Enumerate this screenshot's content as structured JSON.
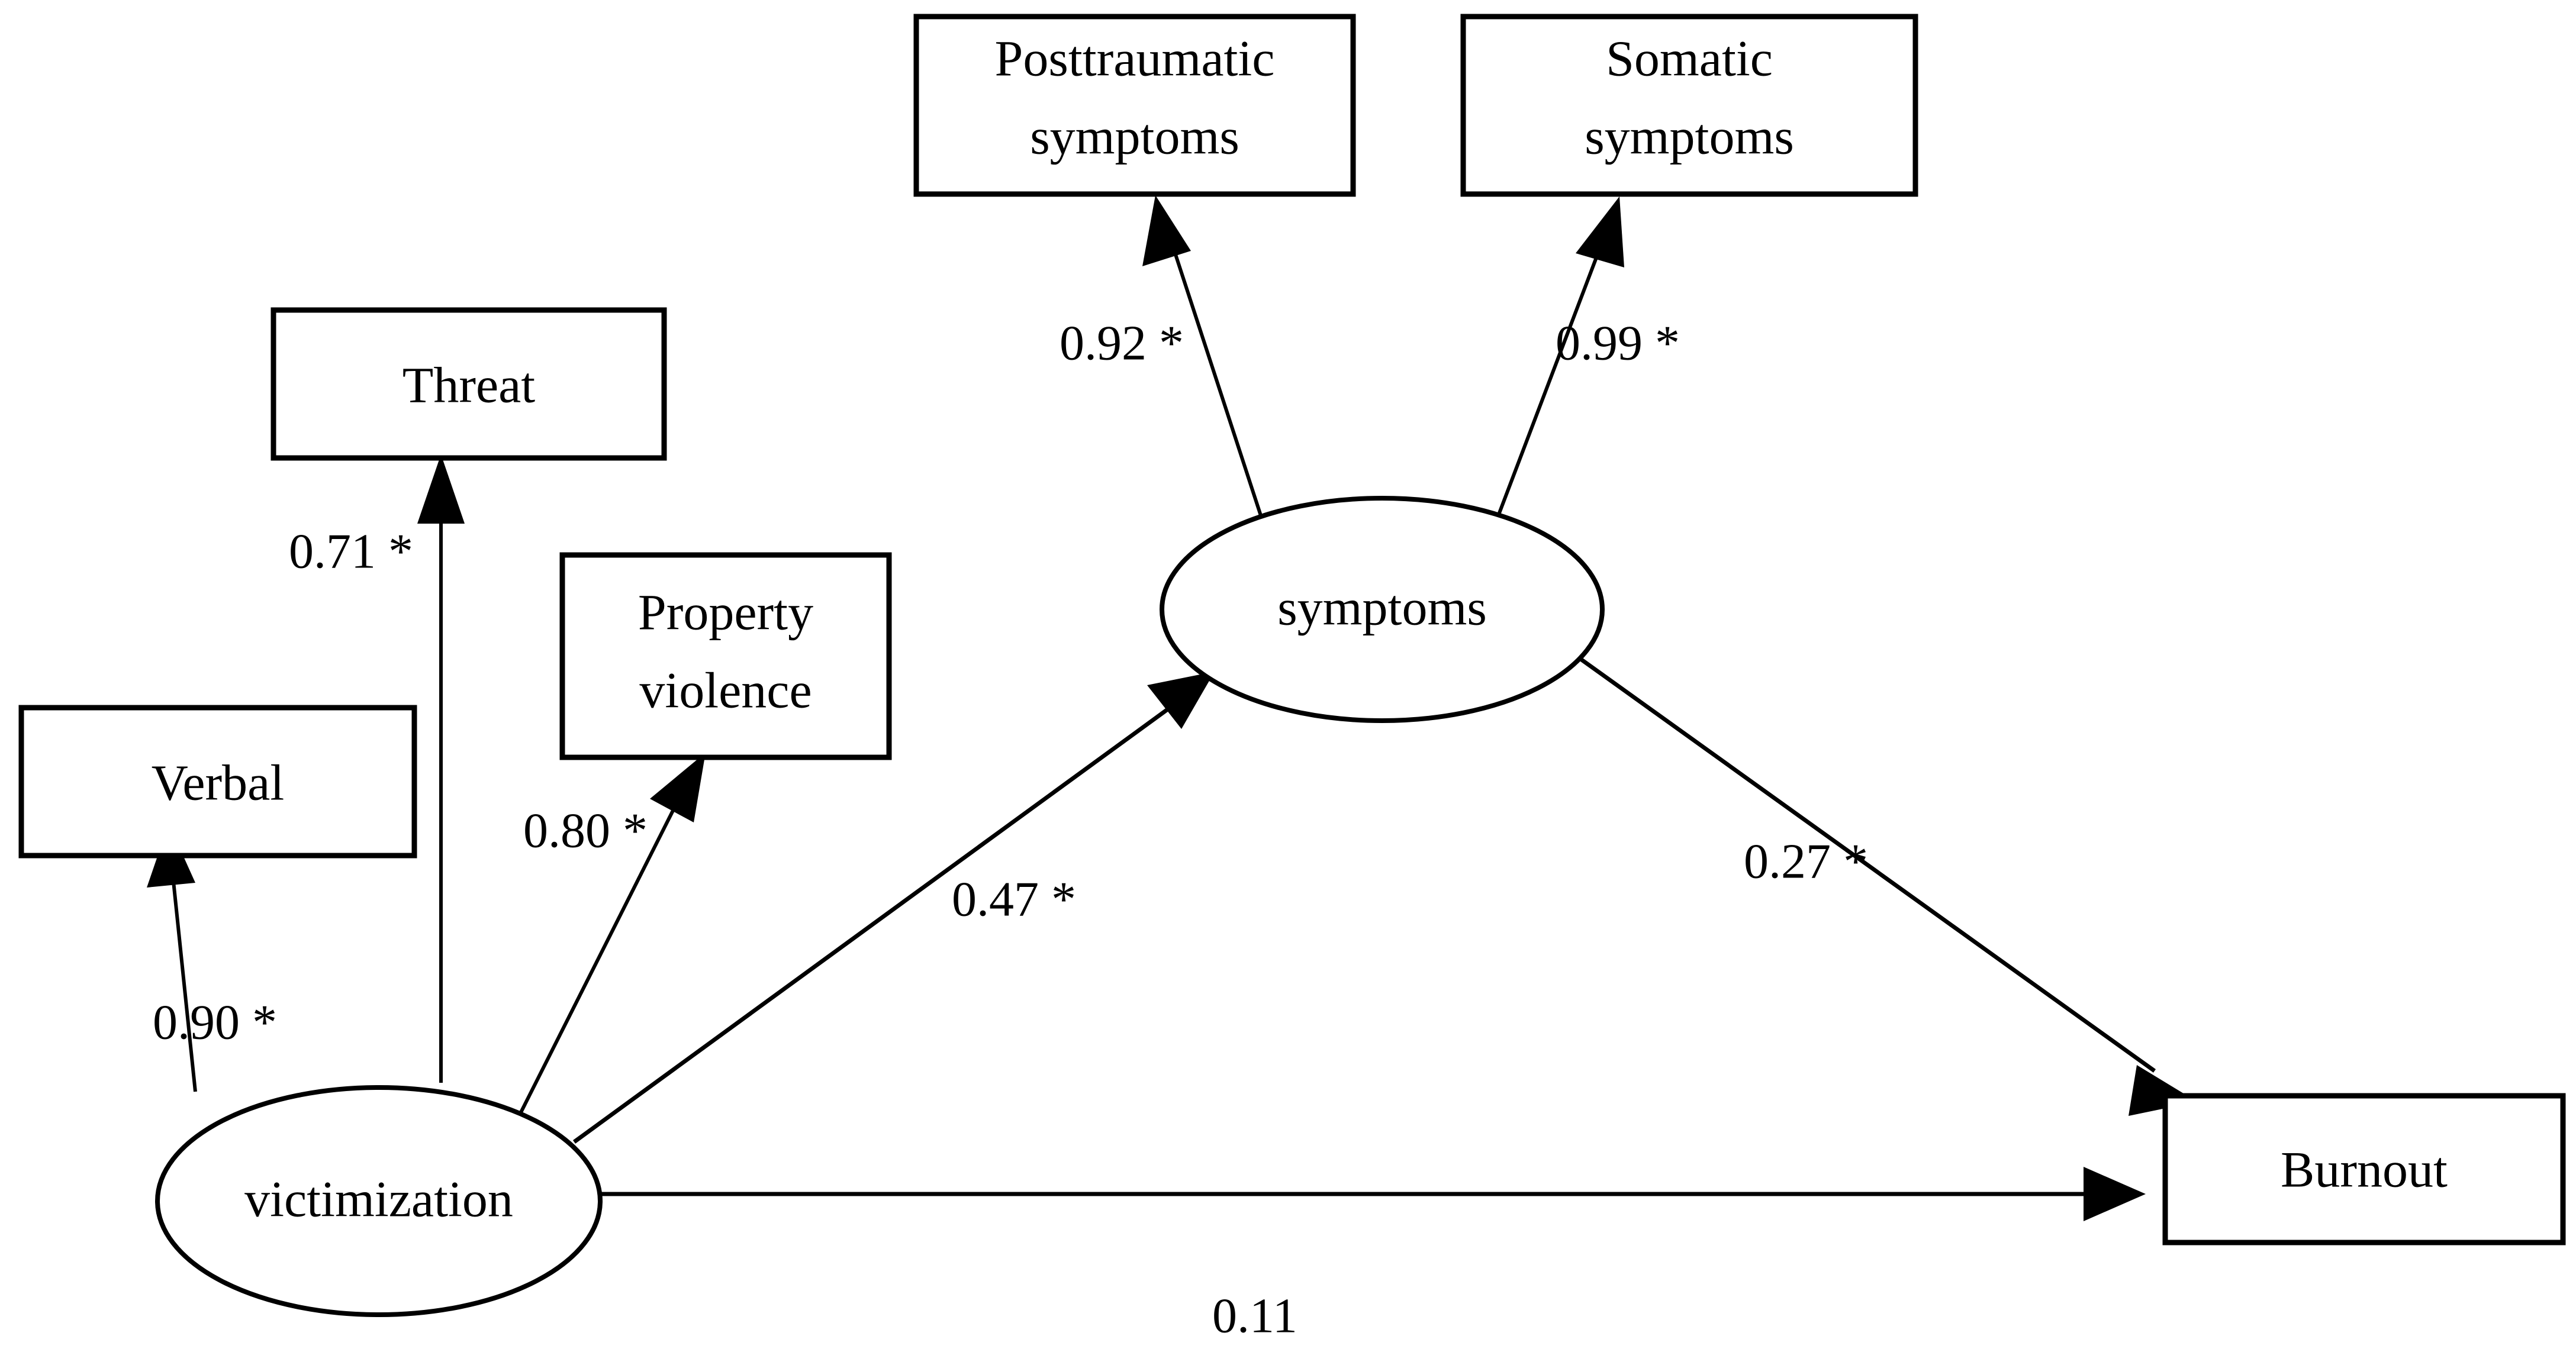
{
  "diagram": {
    "type": "structural-equation-model-path-diagram",
    "title": "",
    "background_color": "#ffffff",
    "line_color": "#000000",
    "text_color": "#000000"
  },
  "nodes": {
    "observed": [
      {
        "id": "threat",
        "label": "Threat",
        "shape": "rectangle"
      },
      {
        "id": "property",
        "label_line1": "Property",
        "label_line2": "violence",
        "shape": "rectangle"
      },
      {
        "id": "verbal",
        "label": "Verbal",
        "shape": "rectangle"
      },
      {
        "id": "posttraumatic",
        "label_line1": "Posttraumatic",
        "label_line2": "symptoms",
        "shape": "rectangle"
      },
      {
        "id": "somatic",
        "label_line1": "Somatic",
        "label_line2": "symptoms",
        "shape": "rectangle"
      },
      {
        "id": "burnout",
        "label": "Burnout",
        "shape": "rectangle"
      }
    ],
    "latent": [
      {
        "id": "victimization",
        "label": "victimization",
        "shape": "ellipse"
      },
      {
        "id": "symptoms",
        "label": "symptoms",
        "shape": "ellipse"
      }
    ]
  },
  "edges": [
    {
      "id": "vict-verbal",
      "from": "victimization",
      "to": "verbal",
      "coefficient": "0.90 *",
      "value": 0.9,
      "significant": true
    },
    {
      "id": "vict-threat",
      "from": "victimization",
      "to": "threat",
      "coefficient": "0.71 *",
      "value": 0.71,
      "significant": true
    },
    {
      "id": "vict-property",
      "from": "victimization",
      "to": "property",
      "coefficient": "0.80 *",
      "value": 0.8,
      "significant": true
    },
    {
      "id": "vict-symptoms",
      "from": "victimization",
      "to": "symptoms",
      "coefficient": "0.47 *",
      "value": 0.47,
      "significant": true
    },
    {
      "id": "vict-burnout",
      "from": "victimization",
      "to": "burnout",
      "coefficient": "0.11",
      "value": 0.11,
      "significant": false
    },
    {
      "id": "symp-ptsd",
      "from": "symptoms",
      "to": "posttraumatic",
      "coefficient": "0.92 *",
      "value": 0.92,
      "significant": true
    },
    {
      "id": "symp-somatic",
      "from": "symptoms",
      "to": "somatic",
      "coefficient": "0.99 *",
      "value": 0.99,
      "significant": true
    },
    {
      "id": "symp-burnout",
      "from": "symptoms",
      "to": "burnout",
      "coefficient": "0.27 *",
      "value": 0.27,
      "significant": true
    }
  ],
  "labels": {
    "threat": "Threat",
    "property_line1": "Property",
    "property_line2": "violence",
    "verbal": "Verbal",
    "posttraumatic_line1": "Posttraumatic",
    "posttraumatic_line2": "symptoms",
    "somatic_line1": "Somatic",
    "somatic_line2": "symptoms",
    "burnout": "Burnout",
    "victimization": "victimization",
    "symptoms": "symptoms"
  },
  "coefficients": {
    "vict_verbal": "0.90 *",
    "vict_threat": "0.71 *",
    "vict_property": "0.80 *",
    "vict_symptoms": "0.47 *",
    "vict_burnout": "0.11",
    "symp_posttraumatic": "0.92 *",
    "symp_somatic": "0.99 *",
    "symp_burnout": "0.27 *"
  }
}
